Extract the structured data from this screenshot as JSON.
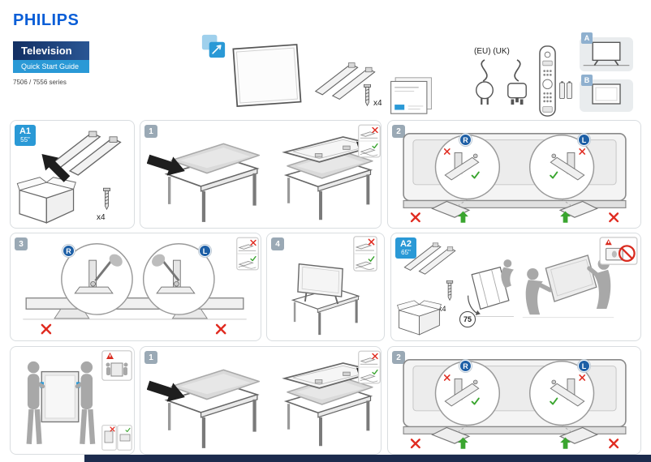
{
  "brand": {
    "logo": "PHILIPS",
    "product": "Television",
    "guide": "Quick Start Guide",
    "series": "7506 / 7556 series"
  },
  "contents": {
    "cables_label": "(EU) (UK)",
    "screw_count": "x4"
  },
  "options": {
    "a_label": "A",
    "b_label": "B"
  },
  "sections": {
    "a1": {
      "label": "A1",
      "size": "55\"",
      "screw_count": "x4"
    },
    "a2": {
      "label": "A2",
      "size": "65\"",
      "screw_count": "x4",
      "weight_badge": "75"
    },
    "steps": {
      "assemble_prepare": "1",
      "assemble_attach": "2",
      "assemble_screw": "3",
      "assemble_place": "4",
      "disassemble_prepare": "1",
      "disassemble_detach": "2"
    },
    "markers": {
      "right": "R",
      "left": "L"
    }
  },
  "colors": {
    "philips_blue": "#0a5ed7",
    "banner_dark_blue": "#16396e",
    "banner_light_blue": "#2a99d6",
    "step_badge_gray": "#9aa9b5",
    "marker_blue": "#1d5fa6",
    "error_red": "#e02b20",
    "ok_green": "#3aa52f"
  }
}
